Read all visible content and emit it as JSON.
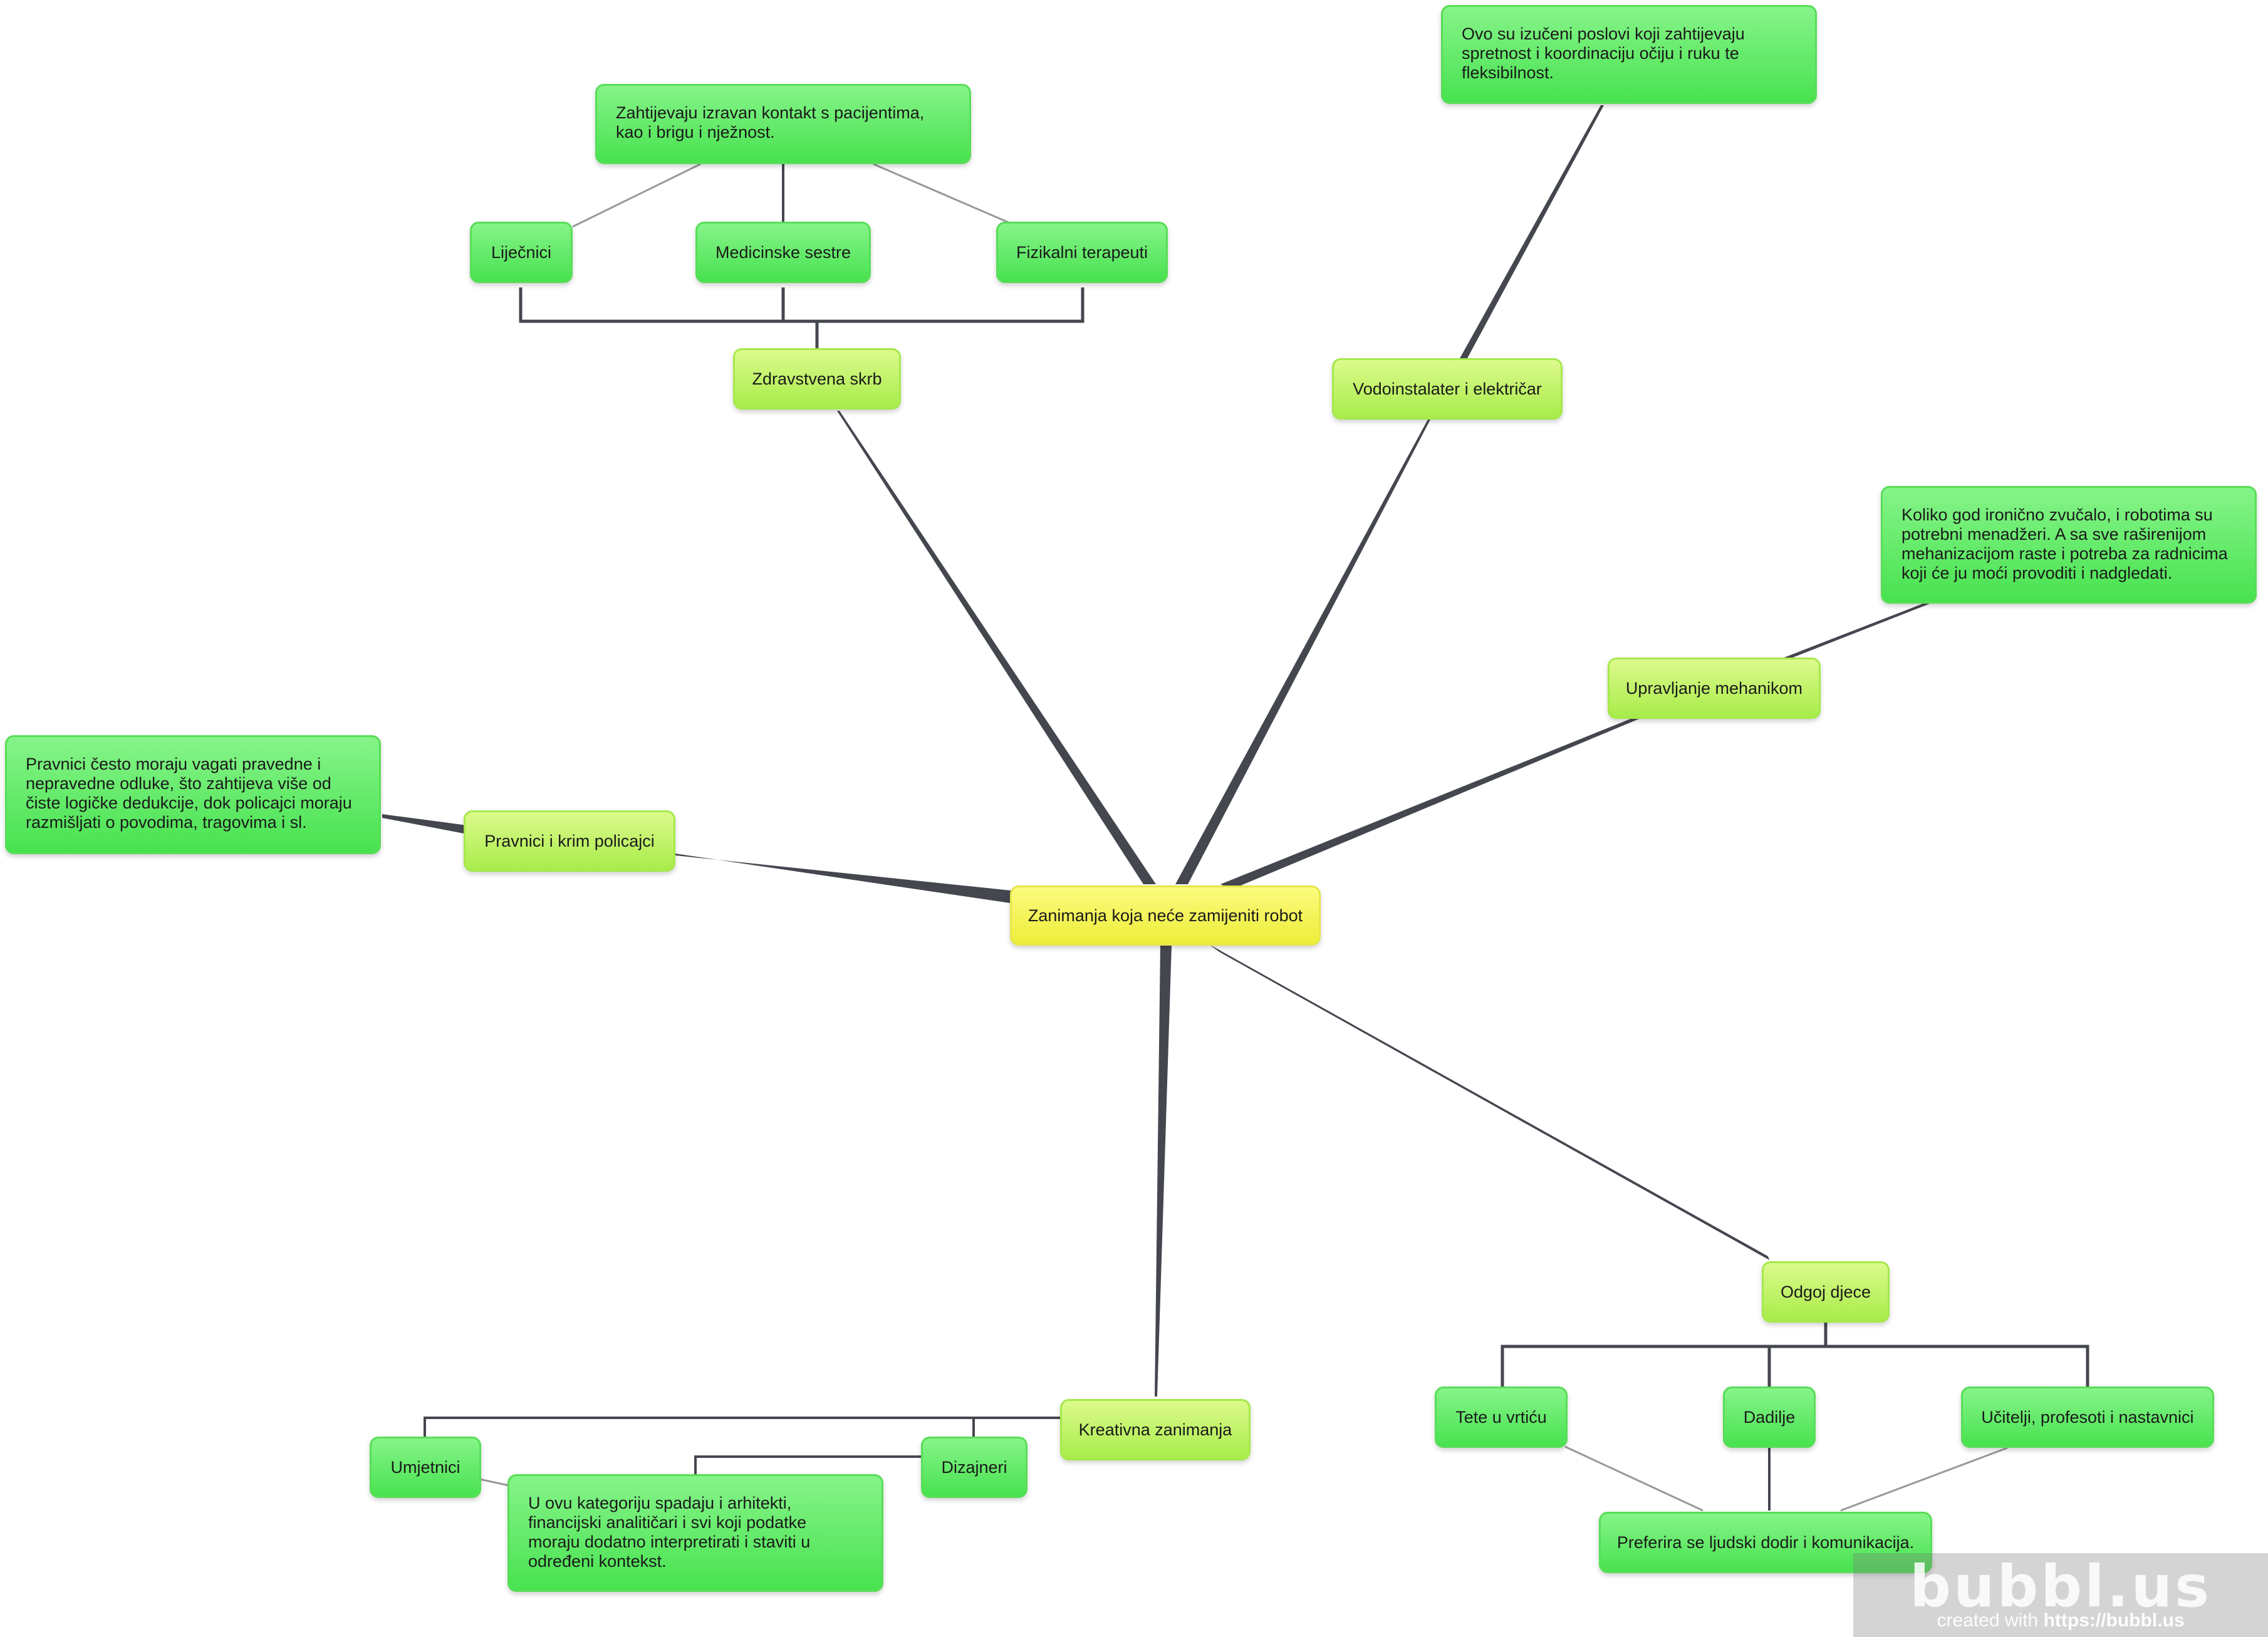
{
  "diagram": {
    "root": "Zanimanja koja neće zamijeniti robot",
    "zdravstvo": {
      "label": "Zdravstvena skrb",
      "note": "Zahtijevaju izravan kontakt s pacijentima, kao i brigu i nježnost.",
      "children": [
        "Liječnici",
        "Medicinske sestre",
        "Fizikalni terapeuti"
      ]
    },
    "vodoinstalater": {
      "label": "Vodoinstalater i električar",
      "note": "Ovo su izučeni poslovi koji zahtijevaju spretnost i koordinaciju očiju i ruku te fleksibilnost."
    },
    "upravljanje": {
      "label": "Upravljanje mehanikom",
      "note": "Koliko god ironično zvučalo, i robotima su potrebni menadžeri. A sa sve raširenijom mehanizacijom raste i potreba za radnicima koji će ju moći provoditi i nadgledati."
    },
    "pravnici": {
      "label": "Pravnici i krim policajci",
      "note": "Pravnici često moraju vagati pravedne i nepravedne odluke, što zahtijeva više od čiste logičke dedukcije, dok policajci moraju razmišljati o povodima, tragovima i sl."
    },
    "kreativna": {
      "label": "Kreativna zanimanja",
      "children": [
        "Umjetnici",
        "Dizajneri"
      ],
      "note": "U ovu kategoriju spadaju i arhitekti, financijski analitičari i svi koji podatke moraju dodatno interpretirati i staviti u određeni kontekst."
    },
    "odgoj": {
      "label": "Odgoj djece",
      "children": [
        "Tete u vrtiću",
        "Dadilje",
        "Učitelji, profesoti i nastavnici"
      ],
      "note": "Preferira se ljudski dodir i komunikacija."
    }
  },
  "colors": {
    "root": "#f2f250",
    "level1": "#b8f05a",
    "level2": "#5ee85e",
    "edge": "#45474f"
  },
  "watermark": {
    "logo": "bubbl.us",
    "caption_prefix": "created with ",
    "caption_link": "https://bubbl.us"
  }
}
